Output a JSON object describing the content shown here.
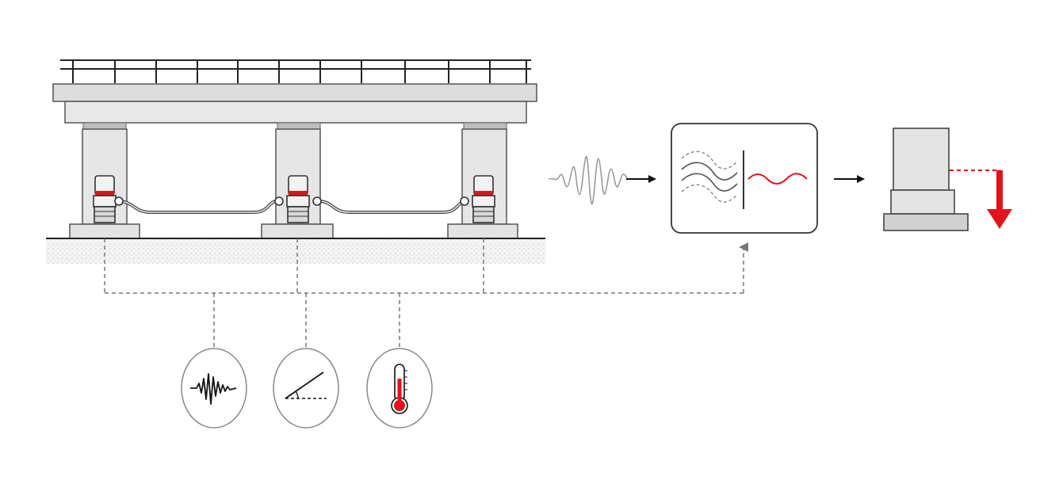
{
  "colors": {
    "structure_fill": "#e4e4e4",
    "structure_stroke": "#555555",
    "line": "#222222",
    "accent_red": "#e0141b",
    "dash_gray": "#777777",
    "soil": "#cfcfcf",
    "wave_gray": "#9a9a9a"
  },
  "icons": {
    "bridge": "bridge-icon",
    "hydraulic_jacks": "hydraulic-jack-icon",
    "vibration_sensor": "vibration-waveform-icon",
    "tilt_sensor": "tilt-angle-icon",
    "temperature_sensor": "thermometer-icon",
    "raw_signal": "raw-signal-waveform-icon",
    "processor": "signal-filter-icon",
    "actuator_output": "load-block-icon",
    "downward_force": "down-arrow-icon"
  },
  "sensors": [
    "vibration",
    "tilt",
    "temperature"
  ]
}
